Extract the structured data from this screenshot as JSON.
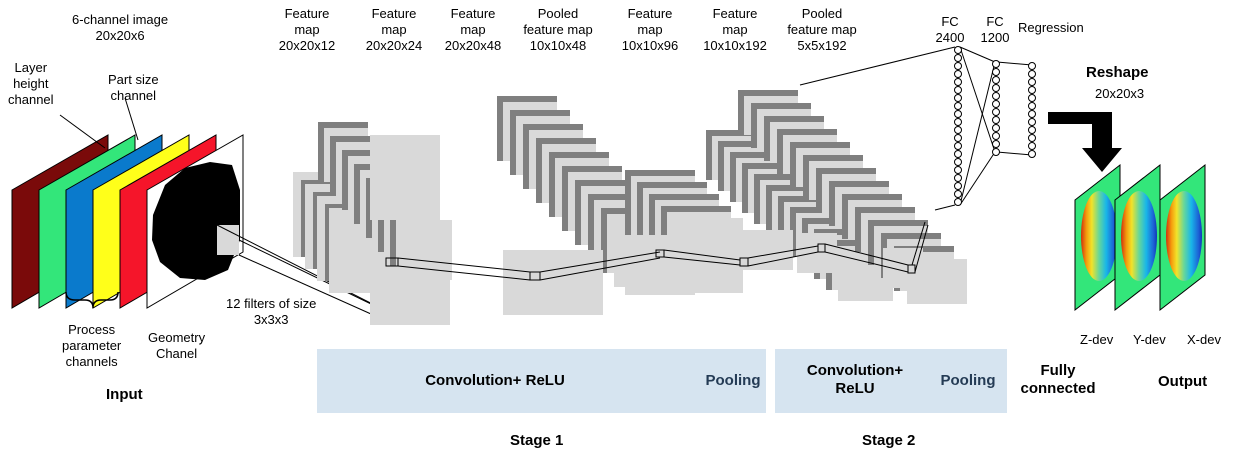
{
  "input": {
    "image_label": [
      "6-channel image",
      "20x20x6"
    ],
    "layer_height_label": [
      "Layer",
      "height",
      "channel"
    ],
    "part_size_label": [
      "Part size",
      "channel"
    ],
    "process_label": [
      "Process",
      "parameter",
      "channels"
    ],
    "geometry_label": [
      "Geometry",
      "Chanel"
    ],
    "title": "Input",
    "channel_colors": [
      "#7a0a0a",
      "#33e67a",
      "#0a7acc",
      "#ffff1a",
      "#f5152a",
      "#ffffff"
    ]
  },
  "filters_label": [
    "12 filters of size",
    "3x3x3"
  ],
  "maps": [
    {
      "label": [
        "Feature",
        "map",
        "20x20x12"
      ]
    },
    {
      "label": [
        "Feature",
        "map",
        "20x20x24"
      ]
    },
    {
      "label": [
        "Feature",
        "map",
        "20x20x48"
      ]
    },
    {
      "label": [
        "Pooled",
        "feature map",
        "10x10x48"
      ]
    },
    {
      "label": [
        "Feature",
        "map",
        "10x10x96"
      ]
    },
    {
      "label": [
        "Feature",
        "map",
        "10x10x192"
      ]
    },
    {
      "label": [
        "Pooled",
        "feature map",
        "5x5x192"
      ]
    }
  ],
  "fc": {
    "fc1_label": [
      "FC",
      "2400"
    ],
    "fc2_label": [
      "FC",
      "1200"
    ],
    "regression_label": "Regression"
  },
  "reshape": {
    "title": "Reshape",
    "size": "20x20x3"
  },
  "output": {
    "labels": [
      "Z-dev",
      "Y-dev",
      "X-dev"
    ],
    "title": "Output"
  },
  "bands": {
    "stage1_conv": "Convolution+ ReLU",
    "stage1_pool": "Pooling",
    "stage2_conv": [
      "Convolution+",
      "ReLU"
    ],
    "stage2_pool": "Pooling",
    "fully_connected": [
      "Fully",
      "connected"
    ]
  },
  "stages": {
    "stage1": "Stage 1",
    "stage2": "Stage 2"
  },
  "colors": {
    "band": "#d6e4f0",
    "map_light": "#d9d9d9",
    "map_dark": "#7f7f7f",
    "text_band": "#243b55"
  }
}
